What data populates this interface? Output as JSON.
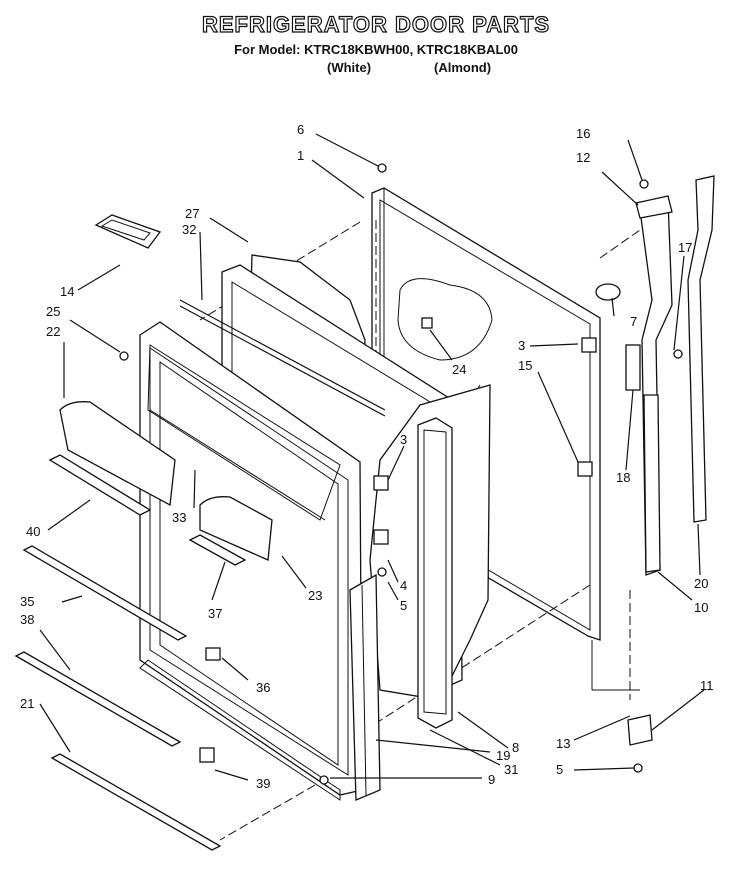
{
  "header": {
    "title": "REFRIGERATOR DOOR PARTS",
    "model_line": "For Model: KTRC18KBWH00, KTRC18KBAL00",
    "variant_white": "(White)",
    "variant_almond": "(Almond)"
  },
  "callouts": {
    "c1": "1",
    "c3a": "3",
    "c3b": "3",
    "c4": "4",
    "c5a": "5",
    "c5b": "5",
    "c6": "6",
    "c7": "7",
    "c8": "8",
    "c9": "9",
    "c10": "10",
    "c11": "11",
    "c12": "12",
    "c13": "13",
    "c14": "14",
    "c15": "15",
    "c16": "16",
    "c17": "17",
    "c18": "18",
    "c19": "19",
    "c20": "20",
    "c21": "21",
    "c22": "22",
    "c23": "23",
    "c24": "24",
    "c25": "25",
    "c27": "27",
    "c31": "31",
    "c32": "32",
    "c33": "33",
    "c35": "35",
    "c36": "36",
    "c37": "37",
    "c38": "38",
    "c39": "39",
    "c40": "40"
  }
}
